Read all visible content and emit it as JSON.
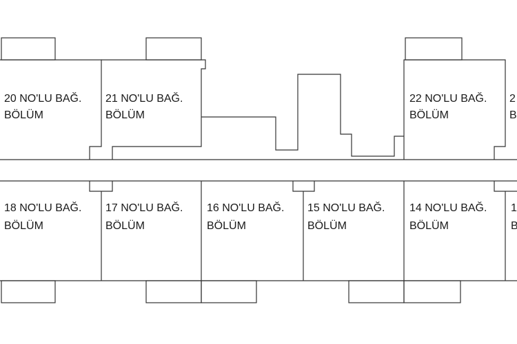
{
  "plan": {
    "line_color": "#333333",
    "background": "#ffffff",
    "units": [
      {
        "id": "u20",
        "line1": "20 NO'LU BAĞ.",
        "line2": "BÖLÜM"
      },
      {
        "id": "u21",
        "line1": "21 NO'LU BAĞ.",
        "line2": "BÖLÜM"
      },
      {
        "id": "u22",
        "line1": "22 NO'LU BAĞ.",
        "line2": "BÖLÜM"
      },
      {
        "id": "u23",
        "line1": "2",
        "line2": "B"
      },
      {
        "id": "u18",
        "line1": "18 NO'LU BAĞ.",
        "line2": "BÖLÜM"
      },
      {
        "id": "u17",
        "line1": "17 NO'LU BAĞ.",
        "line2": "BÖLÜM"
      },
      {
        "id": "u16",
        "line1": "16 NO'LU BAĞ.",
        "line2": "BÖLÜM"
      },
      {
        "id": "u15",
        "line1": "15 NO'LU BAĞ.",
        "line2": "BÖLÜM"
      },
      {
        "id": "u14",
        "line1": "14 NO'LU BAĞ.",
        "line2": "BÖLÜM"
      },
      {
        "id": "u13",
        "line1": "1",
        "line2": "B"
      }
    ]
  }
}
